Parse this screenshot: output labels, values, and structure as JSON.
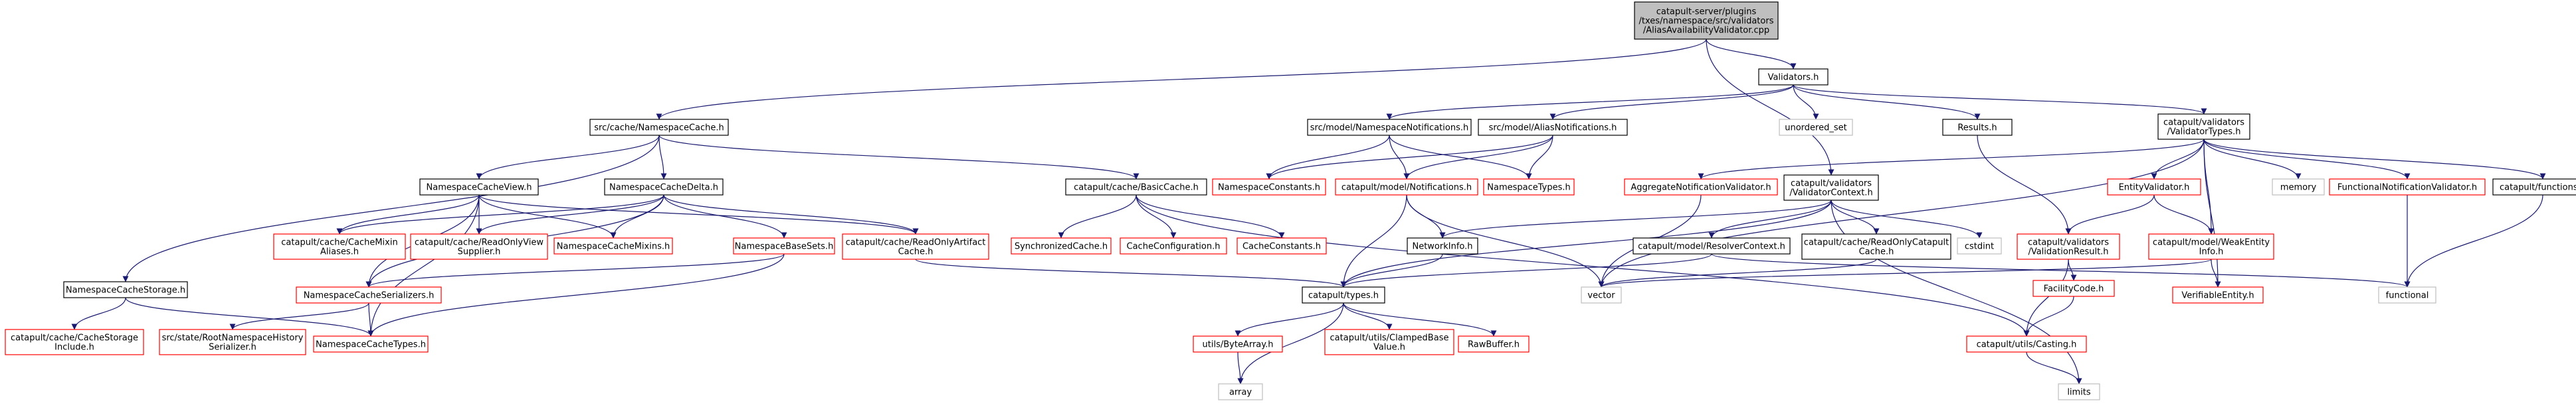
{
  "colors": {
    "edge": "#191970",
    "root_fill": "#bfbfbf",
    "node_border": "#000000",
    "missing_border": "#ff0000",
    "external_border": "#bfbfbf",
    "text": "#000000"
  },
  "graph": {
    "nodes": [
      {
        "id": "root",
        "lines": [
          "catapult-server/plugins",
          "/txes/namespace/src/validators",
          "/AliasAvailabilityValidator.cpp"
        ],
        "kind": "root"
      },
      {
        "id": "validators_h",
        "lines": [
          "Validators.h"
        ],
        "kind": "normal"
      },
      {
        "id": "ns_cache_h",
        "lines": [
          "src/cache/NamespaceCache.h"
        ],
        "kind": "normal"
      },
      {
        "id": "ns_notifications_h",
        "lines": [
          "src/model/NamespaceNotifications.h"
        ],
        "kind": "normal"
      },
      {
        "id": "alias_notifications_h",
        "lines": [
          "src/model/AliasNotifications.h"
        ],
        "kind": "normal"
      },
      {
        "id": "unordered_set",
        "lines": [
          "unordered_set"
        ],
        "kind": "external"
      },
      {
        "id": "results_h",
        "lines": [
          "Results.h"
        ],
        "kind": "normal"
      },
      {
        "id": "validator_types_h",
        "lines": [
          "catapult/validators",
          "/ValidatorTypes.h"
        ],
        "kind": "normal"
      },
      {
        "id": "ns_cache_view_h",
        "lines": [
          "NamespaceCacheView.h"
        ],
        "kind": "normal"
      },
      {
        "id": "ns_cache_delta_h",
        "lines": [
          "NamespaceCacheDelta.h"
        ],
        "kind": "normal"
      },
      {
        "id": "basic_cache_h",
        "lines": [
          "catapult/cache/BasicCache.h"
        ],
        "kind": "normal"
      },
      {
        "id": "ns_constants_h",
        "lines": [
          "NamespaceConstants.h"
        ],
        "kind": "missing"
      },
      {
        "id": "model_notifications_h",
        "lines": [
          "catapult/model/Notifications.h"
        ],
        "kind": "missing"
      },
      {
        "id": "ns_types_h",
        "lines": [
          "NamespaceTypes.h"
        ],
        "kind": "missing"
      },
      {
        "id": "agg_notif_validator_h",
        "lines": [
          "AggregateNotificationValidator.h"
        ],
        "kind": "missing"
      },
      {
        "id": "validator_context_h",
        "lines": [
          "catapult/validators",
          "/ValidatorContext.h"
        ],
        "kind": "normal"
      },
      {
        "id": "entity_validator_h",
        "lines": [
          "EntityValidator.h"
        ],
        "kind": "missing"
      },
      {
        "id": "memory",
        "lines": [
          "memory"
        ],
        "kind": "external"
      },
      {
        "id": "func_notif_validator_h",
        "lines": [
          "FunctionalNotificationValidator.h"
        ],
        "kind": "missing"
      },
      {
        "id": "functions_h",
        "lines": [
          "catapult/functions.h"
        ],
        "kind": "normal"
      },
      {
        "id": "cache_mixin_aliases_h",
        "lines": [
          "catapult/cache/CacheMixin",
          "Aliases.h"
        ],
        "kind": "missing"
      },
      {
        "id": "readonly_view_supplier_h",
        "lines": [
          "catapult/cache/ReadOnlyView",
          "Supplier.h"
        ],
        "kind": "missing"
      },
      {
        "id": "ns_cache_mixins_h",
        "lines": [
          "NamespaceCacheMixins.h"
        ],
        "kind": "missing"
      },
      {
        "id": "ns_base_sets_h",
        "lines": [
          "NamespaceBaseSets.h"
        ],
        "kind": "missing"
      },
      {
        "id": "readonly_artifact_cache_h",
        "lines": [
          "catapult/cache/ReadOnlyArtifact",
          "Cache.h"
        ],
        "kind": "missing"
      },
      {
        "id": "sync_cache_h",
        "lines": [
          "SynchronizedCache.h"
        ],
        "kind": "missing"
      },
      {
        "id": "cache_config_h",
        "lines": [
          "CacheConfiguration.h"
        ],
        "kind": "missing"
      },
      {
        "id": "cache_constants_h",
        "lines": [
          "CacheConstants.h"
        ],
        "kind": "missing"
      },
      {
        "id": "network_info_h",
        "lines": [
          "NetworkInfo.h"
        ],
        "kind": "normal"
      },
      {
        "id": "resolver_context_h",
        "lines": [
          "catapult/model/ResolverContext.h"
        ],
        "kind": "normal"
      },
      {
        "id": "readonly_catapult_cache_h",
        "lines": [
          "catapult/cache/ReadOnlyCatapult",
          "Cache.h"
        ],
        "kind": "normal"
      },
      {
        "id": "cstdint",
        "lines": [
          "cstdint"
        ],
        "kind": "external"
      },
      {
        "id": "validation_result_h",
        "lines": [
          "catapult/validators",
          "/ValidationResult.h"
        ],
        "kind": "missing"
      },
      {
        "id": "weak_entity_info_h",
        "lines": [
          "catapult/model/WeakEntity",
          "Info.h"
        ],
        "kind": "missing"
      },
      {
        "id": "ns_cache_storage_h",
        "lines": [
          "NamespaceCacheStorage.h"
        ],
        "kind": "normal"
      },
      {
        "id": "ns_cache_serializers_h",
        "lines": [
          "NamespaceCacheSerializers.h"
        ],
        "kind": "missing"
      },
      {
        "id": "vector",
        "lines": [
          "vector"
        ],
        "kind": "external"
      },
      {
        "id": "facility_code_h",
        "lines": [
          "FacilityCode.h"
        ],
        "kind": "missing"
      },
      {
        "id": "verifiable_entity_h",
        "lines": [
          "VerifiableEntity.h"
        ],
        "kind": "missing"
      },
      {
        "id": "functional",
        "lines": [
          "functional"
        ],
        "kind": "external"
      },
      {
        "id": "types_h",
        "lines": [
          "catapult/types.h"
        ],
        "kind": "normal"
      },
      {
        "id": "cache_storage_include_h",
        "lines": [
          "catapult/cache/CacheStorage",
          "Include.h"
        ],
        "kind": "missing"
      },
      {
        "id": "root_ns_history_serializer_h",
        "lines": [
          "src/state/RootNamespaceHistory",
          "Serializer.h"
        ],
        "kind": "missing"
      },
      {
        "id": "ns_cache_types_h",
        "lines": [
          "NamespaceCacheTypes.h"
        ],
        "kind": "missing"
      },
      {
        "id": "utils_casting_h",
        "lines": [
          "catapult/utils/Casting.h"
        ],
        "kind": "missing"
      },
      {
        "id": "byte_array_h",
        "lines": [
          "utils/ByteArray.h"
        ],
        "kind": "missing"
      },
      {
        "id": "clamped_base_value_h",
        "lines": [
          "catapult/utils/ClampedBase",
          "Value.h"
        ],
        "kind": "missing"
      },
      {
        "id": "raw_buffer_h",
        "lines": [
          "RawBuffer.h"
        ],
        "kind": "missing"
      },
      {
        "id": "array",
        "lines": [
          "array"
        ],
        "kind": "external"
      },
      {
        "id": "limits",
        "lines": [
          "limits"
        ],
        "kind": "external"
      }
    ],
    "edges": [
      [
        "root",
        "validators_h"
      ],
      [
        "root",
        "ns_cache_h"
      ],
      [
        "root",
        "validator_context_h"
      ],
      [
        "validators_h",
        "ns_notifications_h"
      ],
      [
        "validators_h",
        "alias_notifications_h"
      ],
      [
        "validators_h",
        "unordered_set"
      ],
      [
        "validators_h",
        "results_h"
      ],
      [
        "validators_h",
        "validator_types_h"
      ],
      [
        "ns_cache_h",
        "ns_cache_view_h"
      ],
      [
        "ns_cache_h",
        "ns_cache_delta_h"
      ],
      [
        "ns_cache_h",
        "basic_cache_h"
      ],
      [
        "ns_cache_h",
        "ns_cache_storage_h"
      ],
      [
        "ns_notifications_h",
        "ns_constants_h"
      ],
      [
        "ns_notifications_h",
        "model_notifications_h"
      ],
      [
        "ns_notifications_h",
        "ns_types_h"
      ],
      [
        "alias_notifications_h",
        "ns_constants_h"
      ],
      [
        "alias_notifications_h",
        "model_notifications_h"
      ],
      [
        "alias_notifications_h",
        "ns_types_h"
      ],
      [
        "results_h",
        "validation_result_h"
      ],
      [
        "validator_types_h",
        "agg_notif_validator_h"
      ],
      [
        "validator_types_h",
        "entity_validator_h"
      ],
      [
        "validator_types_h",
        "memory"
      ],
      [
        "validator_types_h",
        "func_notif_validator_h"
      ],
      [
        "validator_types_h",
        "functions_h"
      ],
      [
        "validator_types_h",
        "weak_entity_info_h"
      ],
      [
        "validator_types_h",
        "verifiable_entity_h"
      ],
      [
        "validator_types_h",
        "vector"
      ],
      [
        "ns_cache_view_h",
        "cache_mixin_aliases_h"
      ],
      [
        "ns_cache_view_h",
        "readonly_view_supplier_h"
      ],
      [
        "ns_cache_view_h",
        "ns_cache_mixins_h"
      ],
      [
        "ns_cache_view_h",
        "readonly_artifact_cache_h"
      ],
      [
        "ns_cache_view_h",
        "ns_cache_serializers_h"
      ],
      [
        "ns_cache_view_h",
        "ns_cache_types_h"
      ],
      [
        "ns_cache_delta_h",
        "cache_mixin_aliases_h"
      ],
      [
        "ns_cache_delta_h",
        "readonly_view_supplier_h"
      ],
      [
        "ns_cache_delta_h",
        "ns_cache_mixins_h"
      ],
      [
        "ns_cache_delta_h",
        "ns_base_sets_h"
      ],
      [
        "ns_cache_delta_h",
        "readonly_artifact_cache_h"
      ],
      [
        "ns_cache_delta_h",
        "ns_cache_serializers_h"
      ],
      [
        "basic_cache_h",
        "sync_cache_h"
      ],
      [
        "basic_cache_h",
        "cache_config_h"
      ],
      [
        "basic_cache_h",
        "cache_constants_h"
      ],
      [
        "basic_cache_h",
        "utils_casting_h"
      ],
      [
        "model_notifications_h",
        "network_info_h"
      ],
      [
        "model_notifications_h",
        "types_h"
      ],
      [
        "model_notifications_h",
        "vector"
      ],
      [
        "agg_notif_validator_h",
        "vector"
      ],
      [
        "validator_context_h",
        "network_info_h"
      ],
      [
        "validator_context_h",
        "resolver_context_h"
      ],
      [
        "validator_context_h",
        "readonly_catapult_cache_h"
      ],
      [
        "validator_context_h",
        "cstdint"
      ],
      [
        "validator_context_h",
        "types_h"
      ],
      [
        "validator_context_h",
        "limits"
      ],
      [
        "entity_validator_h",
        "validation_result_h"
      ],
      [
        "entity_validator_h",
        "weak_entity_info_h"
      ],
      [
        "func_notif_validator_h",
        "functional"
      ],
      [
        "functions_h",
        "functional"
      ],
      [
        "ns_base_sets_h",
        "ns_cache_serializers_h"
      ],
      [
        "ns_base_sets_h",
        "ns_cache_types_h"
      ],
      [
        "readonly_artifact_cache_h",
        "types_h"
      ],
      [
        "network_info_h",
        "types_h"
      ],
      [
        "resolver_context_h",
        "types_h"
      ],
      [
        "resolver_context_h",
        "functional"
      ],
      [
        "readonly_catapult_cache_h",
        "vector"
      ],
      [
        "validation_result_h",
        "facility_code_h"
      ],
      [
        "validation_result_h",
        "utils_casting_h"
      ],
      [
        "weak_entity_info_h",
        "verifiable_entity_h"
      ],
      [
        "weak_entity_info_h",
        "vector"
      ],
      [
        "ns_cache_storage_h",
        "cache_storage_include_h"
      ],
      [
        "ns_cache_storage_h",
        "ns_cache_types_h"
      ],
      [
        "ns_cache_serializers_h",
        "root_ns_history_serializer_h"
      ],
      [
        "ns_cache_serializers_h",
        "ns_cache_types_h"
      ],
      [
        "facility_code_h",
        "utils_casting_h"
      ],
      [
        "types_h",
        "byte_array_h"
      ],
      [
        "types_h",
        "clamped_base_value_h"
      ],
      [
        "types_h",
        "raw_buffer_h"
      ],
      [
        "types_h",
        "array"
      ],
      [
        "byte_array_h",
        "array"
      ],
      [
        "utils_casting_h",
        "limits"
      ]
    ]
  }
}
